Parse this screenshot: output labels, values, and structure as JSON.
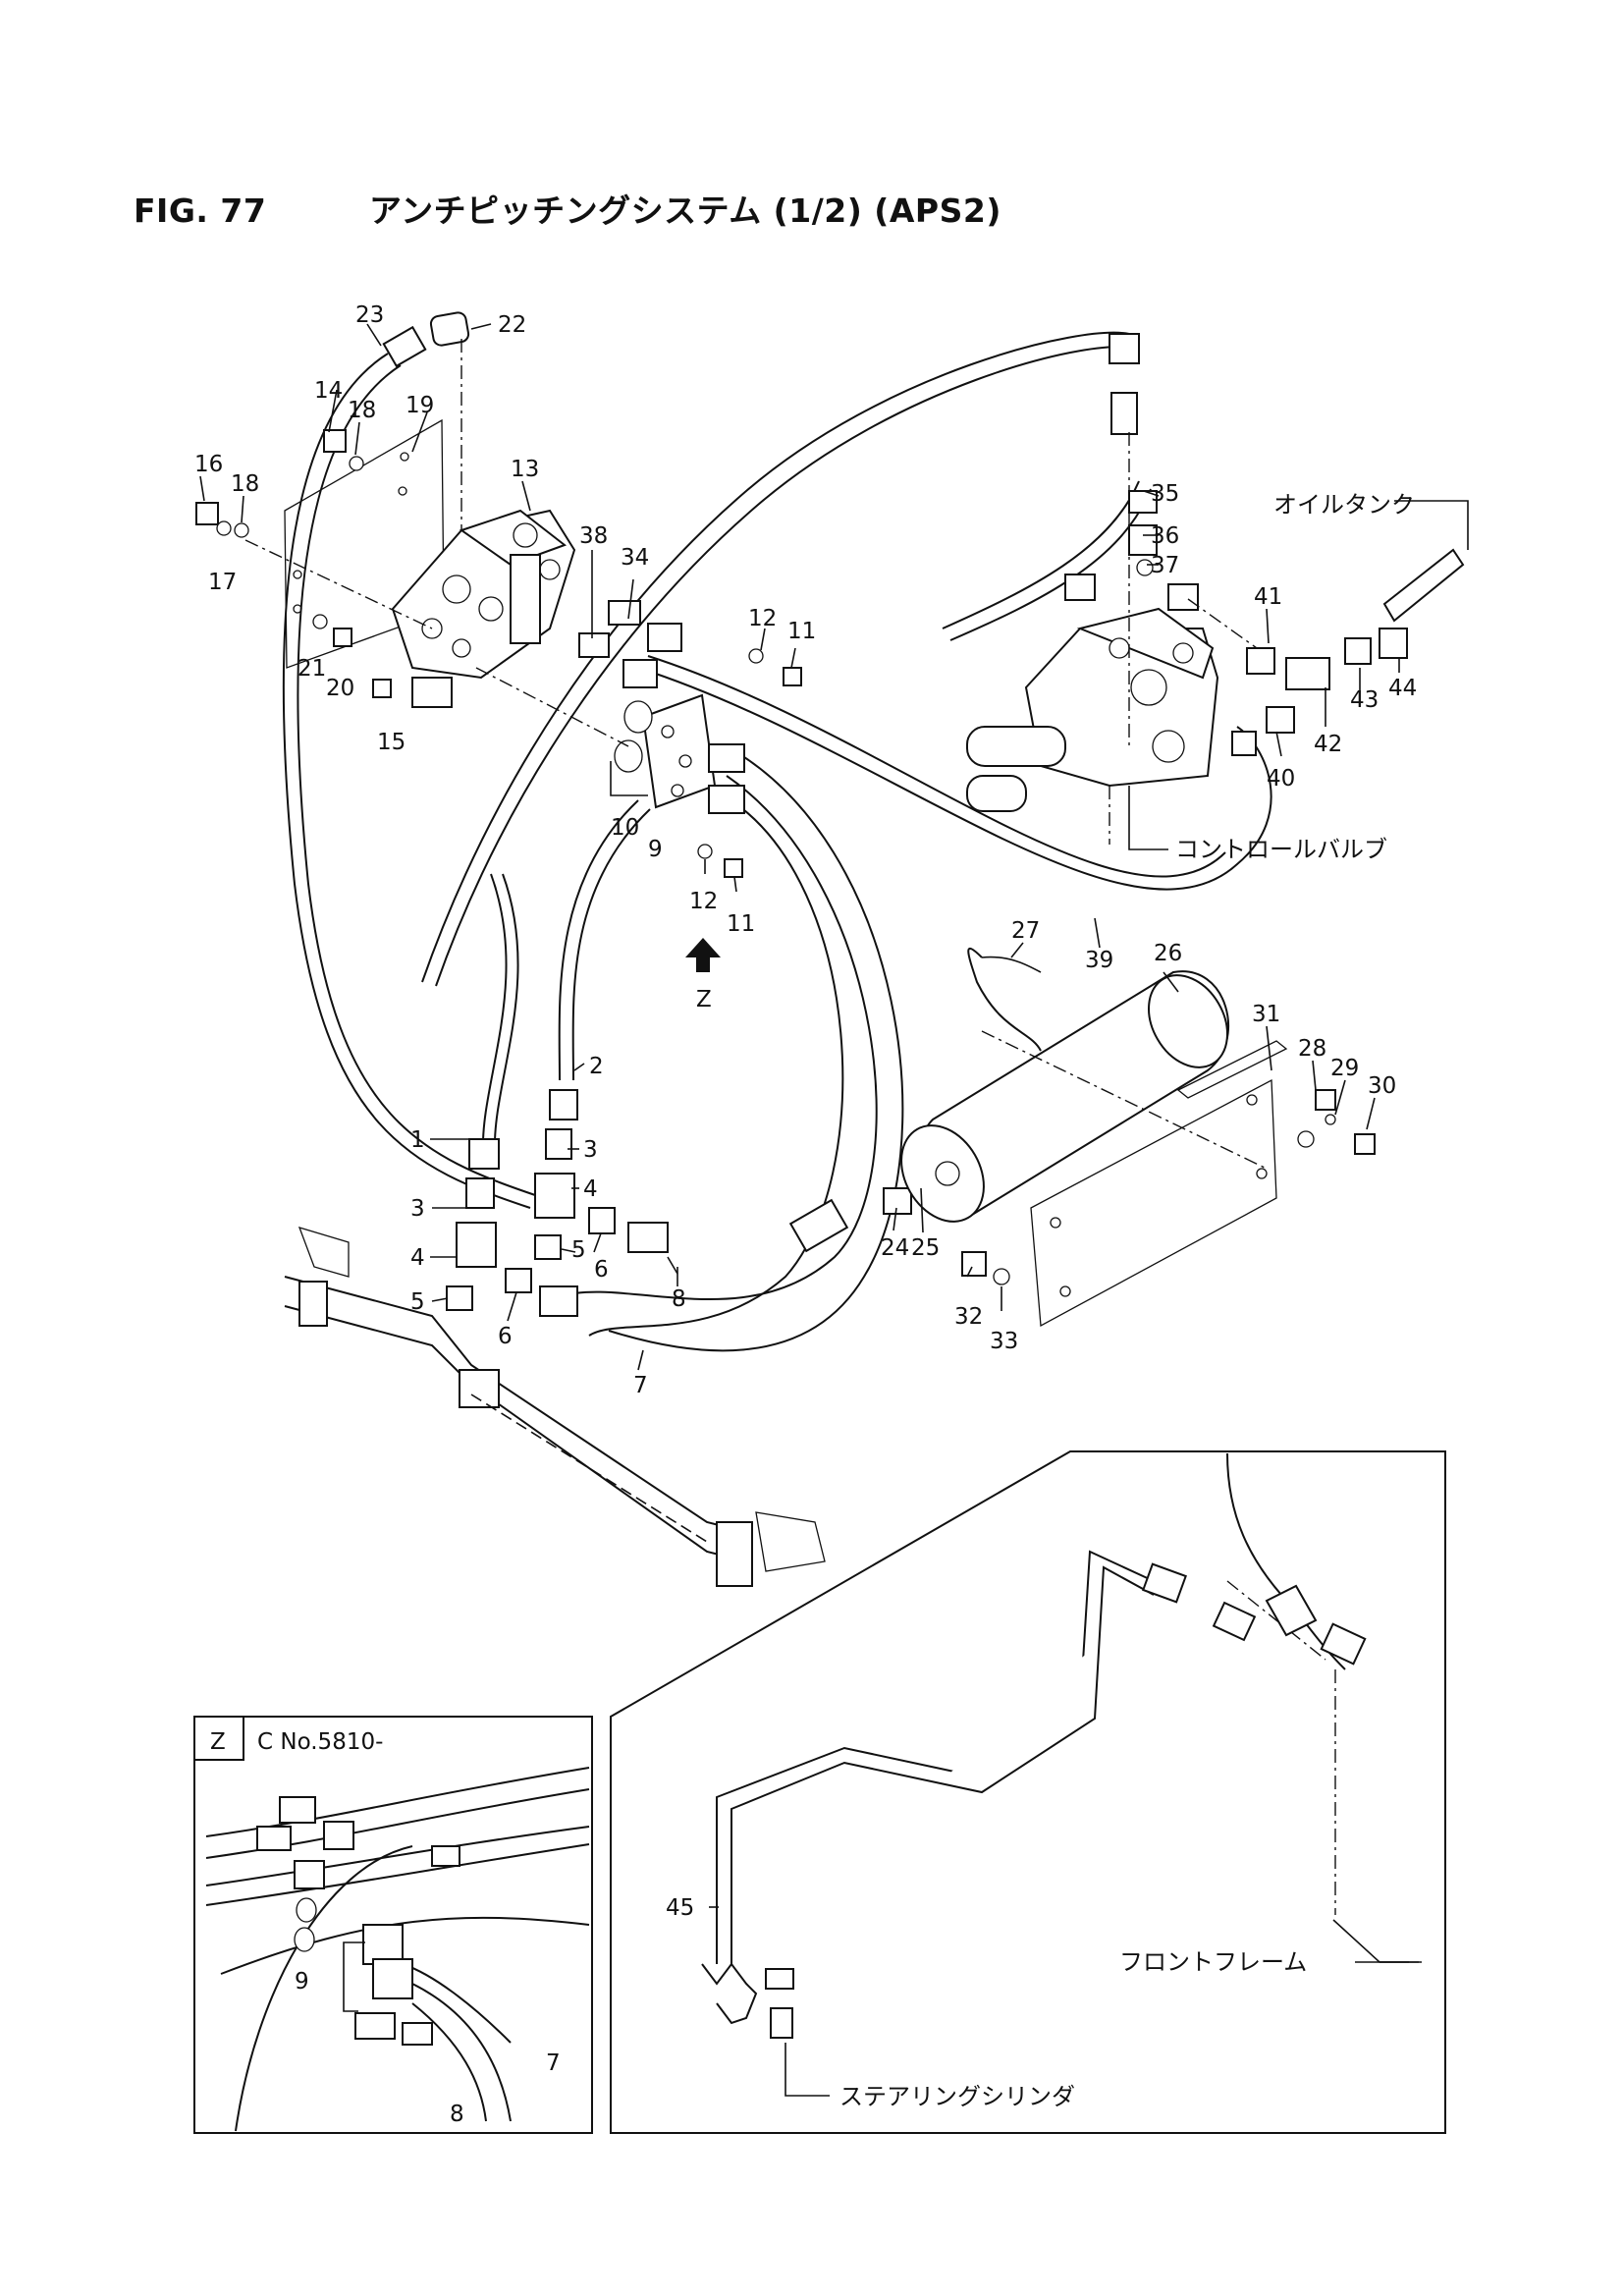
{
  "header": {
    "fig_number": "FIG. 77",
    "title": "アンチピッチングシステム (1/2) (APS2)"
  },
  "callouts": {
    "c1": "1",
    "c2": "2",
    "c3a": "3",
    "c3b": "3",
    "c4a": "4",
    "c4b": "4",
    "c5a": "5",
    "c5b": "5",
    "c6a": "6",
    "c6b": "6",
    "c7": "7",
    "c8": "8",
    "c9": "9",
    "c10": "10",
    "c11a": "11",
    "c11b": "11",
    "c12a": "12",
    "c12b": "12",
    "c13": "13",
    "c14": "14",
    "c15": "15",
    "c16": "16",
    "c17": "17",
    "c18a": "18",
    "c18b": "18",
    "c19": "19",
    "c20": "20",
    "c21": "21",
    "c22": "22",
    "c23": "23",
    "c24": "24",
    "c25": "25",
    "c26": "26",
    "c27": "27",
    "c28": "28",
    "c29": "29",
    "c30": "30",
    "c31": "31",
    "c32": "32",
    "c33": "33",
    "c34": "34",
    "c35": "35",
    "c36": "36",
    "c37": "37",
    "c38": "38",
    "c39": "39",
    "c40": "40",
    "c41": "41",
    "c42": "42",
    "c43": "43",
    "c44": "44",
    "c45": "45"
  },
  "annotations": {
    "oil_tank": "オイルタンク",
    "control_valve": "コントロールバルブ",
    "front_frame": "フロントフレーム",
    "steering_cylinder": "ステアリングシリンダ",
    "view_arrow_label": "Z"
  },
  "inset_z": {
    "tag": "Z",
    "serial": "C No.5810-",
    "c9": "9",
    "c8": "8",
    "c7": "7"
  }
}
